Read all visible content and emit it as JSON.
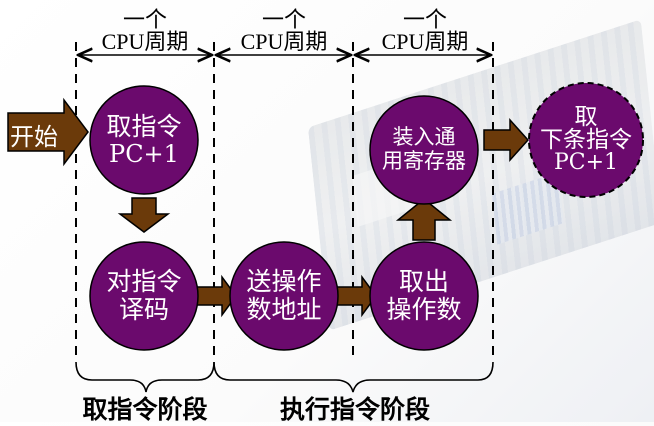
{
  "colors": {
    "node_fill": "#6b0a6d",
    "arrow_fill": "#6b3a0a",
    "stroke": "#000000",
    "text_on_node": "#ffffff"
  },
  "cycles": [
    {
      "top": "一个",
      "bottom": "CPU周期"
    },
    {
      "top": "一个",
      "bottom": "CPU周期"
    },
    {
      "top": "一个",
      "bottom": "CPU周期"
    }
  ],
  "start": {
    "label": "开始"
  },
  "nodes": {
    "fetch": {
      "line1": "取指令",
      "line2": "PC+1"
    },
    "decode": {
      "line1": "对指令",
      "line2": "译码"
    },
    "send_addr": {
      "line1": "送操作",
      "line2": "数地址"
    },
    "fetch_operand": {
      "line1": "取出",
      "line2": "操作数"
    },
    "load_reg": {
      "line1": "装入通",
      "line2": "用寄存器"
    },
    "next": {
      "line1": "取",
      "line2": "下条指令",
      "line3": "PC+1"
    }
  },
  "phases": {
    "fetch_phase": "取指令阶段",
    "execute_phase": "执行指令阶段"
  }
}
